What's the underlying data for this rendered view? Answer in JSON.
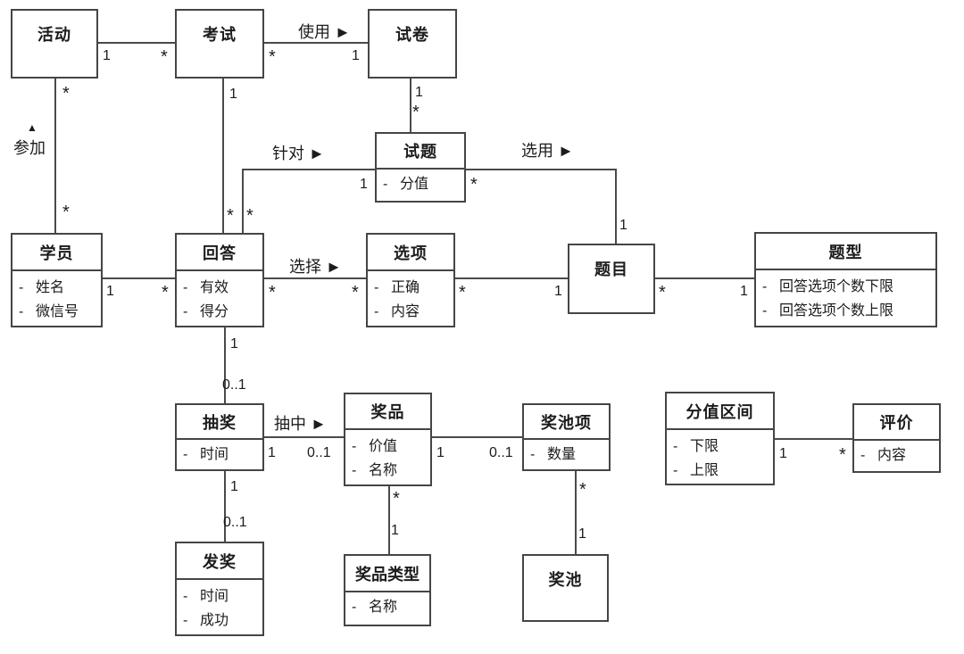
{
  "bullet": "-",
  "colors": {
    "line": "#4a4a4a",
    "background": "#ffffff",
    "text": "#1c1c1c"
  },
  "classes": {
    "huodong": {
      "name": "活动",
      "attrs": []
    },
    "kaoshi": {
      "name": "考试",
      "attrs": []
    },
    "shijuan": {
      "name": "试卷",
      "attrs": []
    },
    "shiti": {
      "name": "试题",
      "attrs": [
        "分值"
      ]
    },
    "xueyuan": {
      "name": "学员",
      "attrs": [
        "姓名",
        "微信号"
      ]
    },
    "huida": {
      "name": "回答",
      "attrs": [
        "有效",
        "得分"
      ]
    },
    "xuanxiang": {
      "name": "选项",
      "attrs": [
        "正确",
        "内容"
      ]
    },
    "timu": {
      "name": "题目",
      "attrs": []
    },
    "tixing": {
      "name": "题型",
      "attrs": [
        "回答选项个数下限",
        "回答选项个数上限"
      ]
    },
    "choujiang": {
      "name": "抽奖",
      "attrs": [
        "时间"
      ]
    },
    "jiangpin": {
      "name": "奖品",
      "attrs": [
        "价值",
        "名称"
      ]
    },
    "jiangchixiang": {
      "name": "奖池项",
      "attrs": [
        "数量"
      ]
    },
    "fenzhiqujian": {
      "name": "分值区间",
      "attrs": [
        "下限",
        "上限"
      ]
    },
    "pingjia": {
      "name": "评价",
      "attrs": [
        "内容"
      ]
    },
    "fajiang": {
      "name": "发奖",
      "attrs": [
        "时间",
        "成功"
      ]
    },
    "jiangpinleixing": {
      "name": "奖品类型",
      "attrs": [
        "名称"
      ]
    },
    "jiangchi": {
      "name": "奖池",
      "attrs": []
    }
  },
  "rels": {
    "huodong_kaoshi": {
      "m1": "1",
      "m2": "*"
    },
    "kaoshi_shijuan": {
      "label": "使用 ►",
      "m1": "*",
      "m2": "1"
    },
    "huodong_xueyuan": {
      "label": "参加",
      "marker": "▲",
      "m1": "*",
      "m2": "*"
    },
    "shijuan_shiti": {
      "m1": "1",
      "m2": "*"
    },
    "kaoshi_huida": {
      "m1": "1",
      "m2": "*"
    },
    "shiti_huida": {
      "label": "针对 ►",
      "m1": "1",
      "m2": "*"
    },
    "shiti_timu": {
      "label": "选用 ►",
      "m1": "*",
      "m2": "1"
    },
    "xueyuan_huida": {
      "m1": "1",
      "m2": "*"
    },
    "huida_xuanxiang": {
      "label": "选择 ►",
      "m1": "*",
      "m2": "*"
    },
    "xuanxiang_timu": {
      "m1": "*",
      "m2": "1"
    },
    "timu_tixing": {
      "m1": "*",
      "m2": "1"
    },
    "huida_choujiang": {
      "m1": "1",
      "m2": "0..1"
    },
    "choujiang_jiangpin": {
      "label": "抽中 ►",
      "m1": "1",
      "m2": "0..1"
    },
    "jiangpin_jiangchixiang": {
      "m1": "1",
      "m2": "0..1"
    },
    "jiangpin_jiangpinleixing": {
      "m1": "*",
      "m2": "1"
    },
    "jiangchixiang_jiangchi": {
      "m1": "*",
      "m2": "1"
    },
    "choujiang_fajiang": {
      "m1": "1",
      "m2": "0..1"
    },
    "fenzhiqujian_pingjia": {
      "m1": "1",
      "m2": "*"
    }
  }
}
